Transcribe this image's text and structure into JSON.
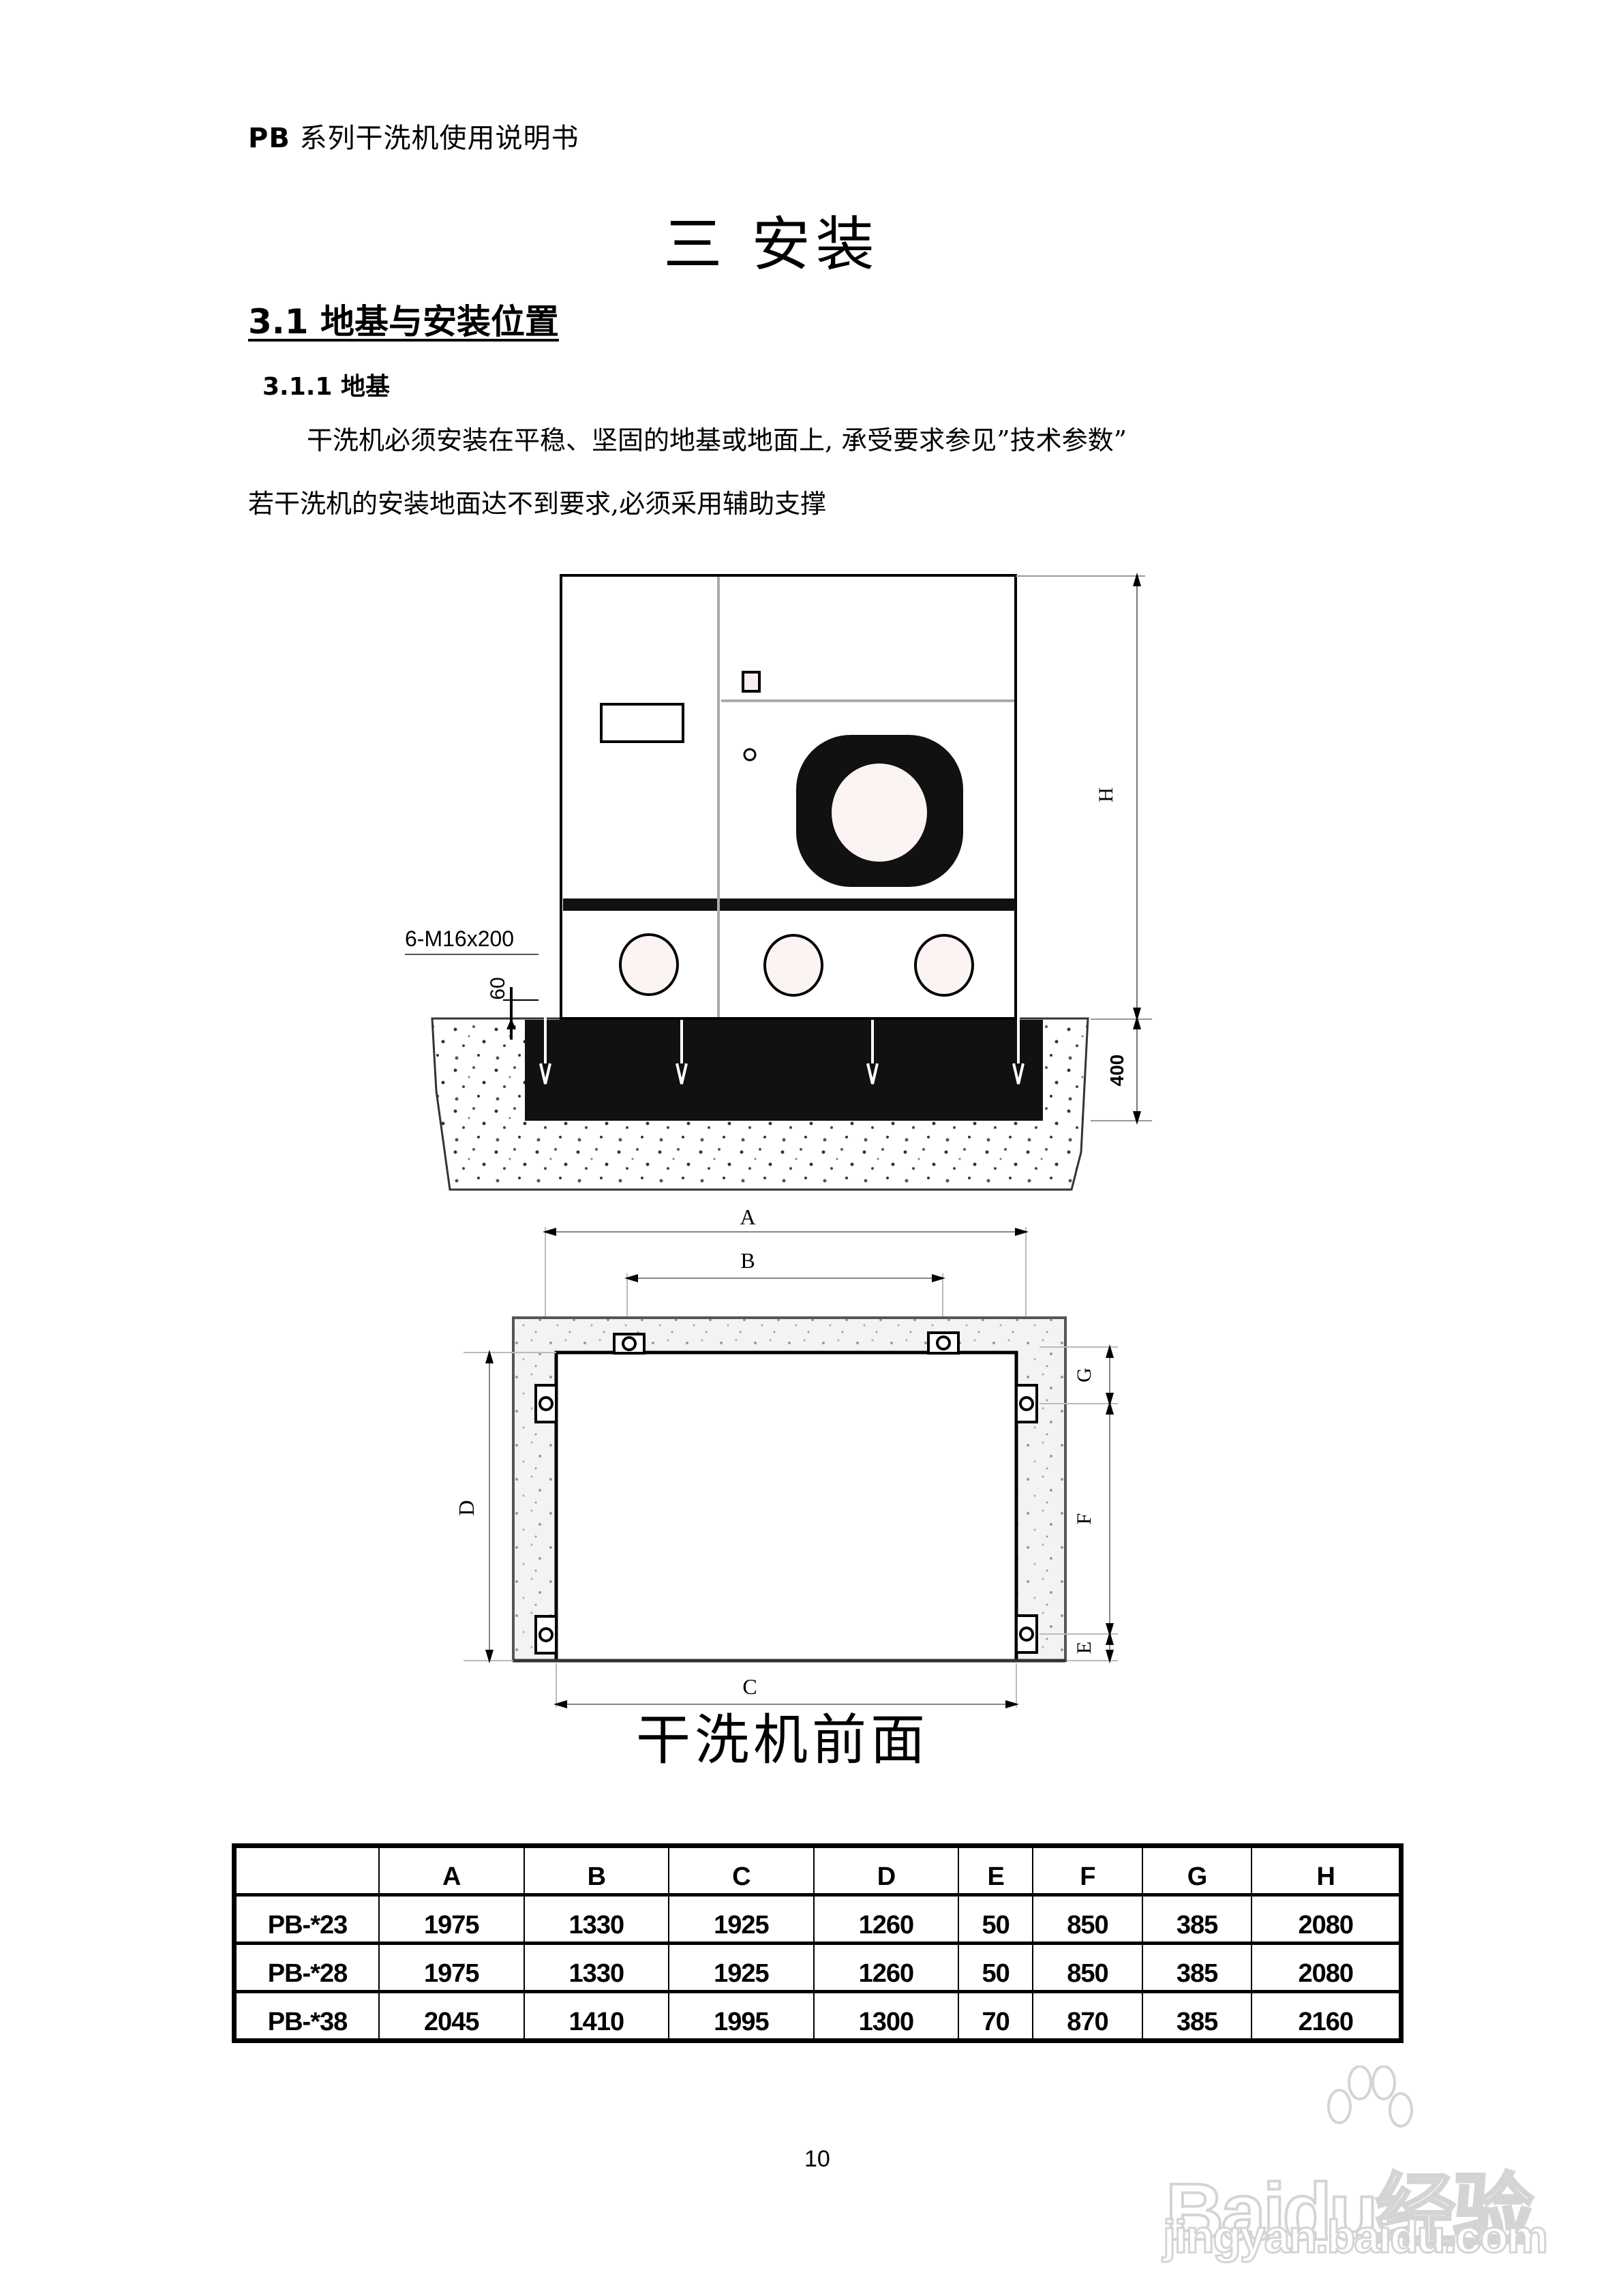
{
  "header": {
    "prefix": "PB",
    "title": " 系列干洗机使用说明书"
  },
  "chapter_title": "三  安装",
  "section": {
    "number_title": "3.1  地基与安装位置"
  },
  "subsection": {
    "number_title": "3.1.1  地基"
  },
  "paragraphs": [
    "干洗机必须安装在平稳、坚固的地基或地面上, 承受要求参见”技术参数”",
    "若干洗机的安装地面达不到要求,必须采用辅助支撑"
  ],
  "figure_elevation": {
    "bolt_label": "6-M16x200",
    "bolt_protrusion": "60",
    "foundation_depth": "400",
    "height_label": "H"
  },
  "figure_plan": {
    "labels": {
      "A": "A",
      "B": "B",
      "C": "C",
      "D": "D",
      "E": "E",
      "F": "F",
      "G": "G"
    },
    "caption": "干洗机前面"
  },
  "table": {
    "headers": [
      "",
      "A",
      "B",
      "C",
      "D",
      "E",
      "F",
      "G",
      "H"
    ],
    "rows": [
      [
        "PB-*23",
        "1975",
        "1330",
        "1925",
        "1260",
        "50",
        "850",
        "385",
        "2080"
      ],
      [
        "PB-*28",
        "1975",
        "1330",
        "1925",
        "1260",
        "50",
        "850",
        "385",
        "2080"
      ],
      [
        "PB-*38",
        "2045",
        "1410",
        "1995",
        "1300",
        "70",
        "870",
        "385",
        "2160"
      ]
    ]
  },
  "page_number": "10",
  "watermark": {
    "logo": "Baidu经验",
    "url": "jingyan.baidu.com"
  }
}
